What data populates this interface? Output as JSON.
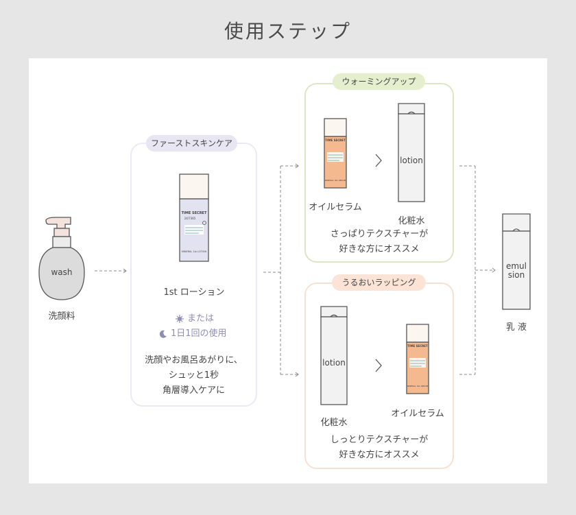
{
  "title": "使用ステップ",
  "steps": {
    "wash": {
      "bottle_text": "wash",
      "label": "洗顔料"
    },
    "first": {
      "badge": "ファーストスキンケア",
      "bottle_brand": "TIME SECRET",
      "bottle_brand_sub": "24/7365",
      "bottle_footer": "MINERAL 1st LOTION",
      "product": "1st ローション",
      "or_text": "または",
      "daily_text": "1日1回の使用",
      "desc_lines": [
        "洗顔やお風呂あがりに、",
        "シュッと1秒",
        "角層導入ケアに"
      ]
    },
    "warming": {
      "badge": "ウォーミングアップ",
      "serum_brand": "TIME SECRET",
      "serum_footer": "MINERAL OIL SERUM",
      "serum_label": "オイルセラム",
      "lotion_text": "lotion",
      "lotion_label": "化粧水",
      "arrow": ">",
      "desc_lines": [
        "さっぱりテクスチャーが",
        "好きな方にオススメ"
      ]
    },
    "wrapping": {
      "badge": "うるおいラッピング",
      "lotion_text": "lotion",
      "lotion_label": "化粧水",
      "serum_brand": "TIME SECRET",
      "serum_footer": "MINERAL OIL SERUM",
      "serum_label": "オイルセラム",
      "arrow": ">",
      "desc_lines": [
        "しっとりテクスチャーが",
        "好きな方にオススメ"
      ]
    },
    "emulsion": {
      "bottle_text_lines": [
        "emul",
        "sion"
      ],
      "label": "乳 液"
    }
  },
  "colors": {
    "background": "#e6e6e6",
    "first_accent": "#e7e6f2",
    "warm_accent": "#e5efce",
    "wrap_accent": "#fbe3d6",
    "serum_orange": "#f4b98f",
    "lotion_lavender": "#e3e2f0",
    "bottle_gray": "#f2f2f2",
    "note_lavender": "#8f8db1"
  },
  "icons": [
    "sun-icon",
    "moon-icon",
    "chevron-right-icon",
    "dashed-arrow-icon"
  ]
}
